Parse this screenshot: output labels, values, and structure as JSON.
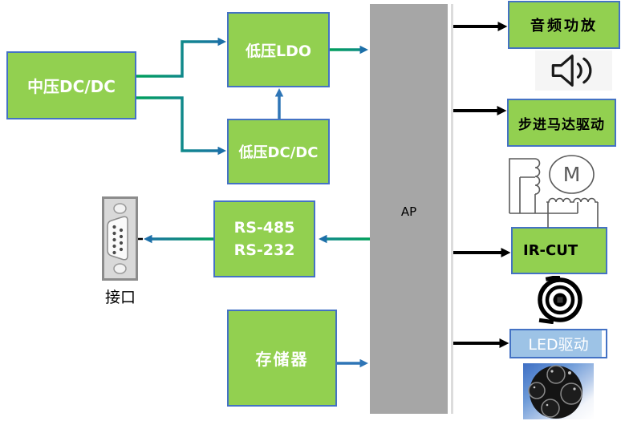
{
  "colors": {
    "box_green": "#92D050",
    "box_border": "#4472C4",
    "ap_gray": "#A6A6A6",
    "led_blue": "#9DC3E6",
    "arrow_green": "#00A05A",
    "arrow_teal": "#11878F",
    "arrow_blue": "#1C6FA8",
    "arrow_solid_blue": "#2E75B6",
    "arrow_black": "#000000",
    "schematic_gray": "#5A5A5A"
  },
  "blocks": {
    "mid_dcdc": {
      "label": "中压DC/DC"
    },
    "low_ldo": {
      "label": "低压LDO"
    },
    "low_dcdc": {
      "label": "低压DC/DC"
    },
    "serial": {
      "line1": "RS-485",
      "line2": "RS-232"
    },
    "storage": {
      "label": "存储器"
    },
    "ap": {
      "label": "AP"
    },
    "audio_amp": {
      "label": "音频功放"
    },
    "stepper_driver": {
      "label": "步进马达驱动"
    },
    "ir_cut": {
      "label": "IR-CUT"
    },
    "led_driver": {
      "label": "LED驱动"
    },
    "connector": {
      "label": "接口"
    },
    "motor": {
      "letter": "M"
    }
  },
  "icons": {
    "speaker": "speaker-with-sound-waves",
    "motor_schematic": "stepper-motor-circuit",
    "lens": "ir-cut-filter-lens",
    "led_photo": "infrared-led-array",
    "db9": "serial-db9-connector"
  }
}
